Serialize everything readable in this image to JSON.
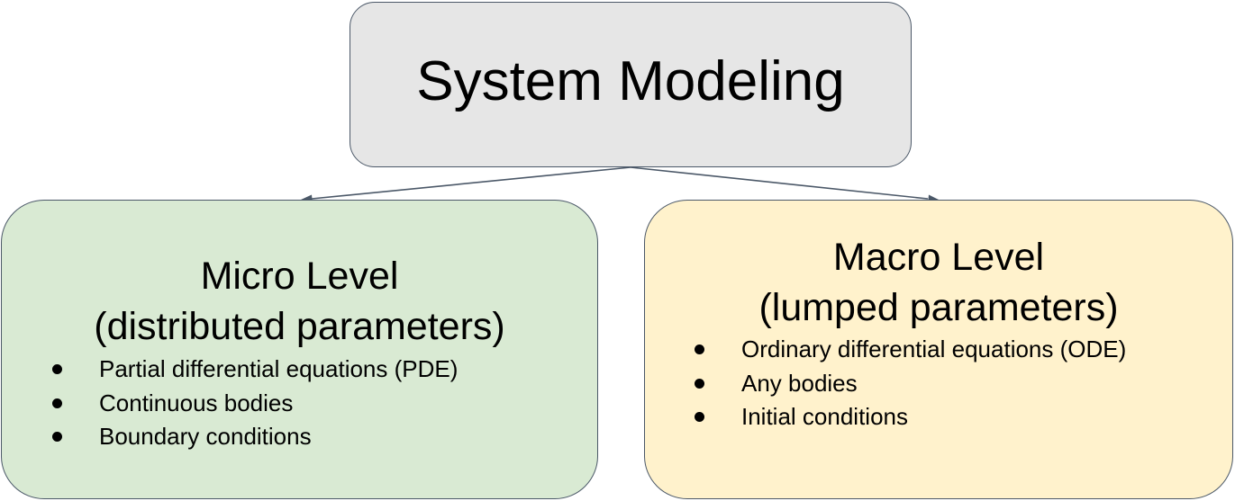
{
  "root": {
    "title": "System Modeling",
    "fill": "#e6e6e6"
  },
  "micro": {
    "title_line1": "Micro Level",
    "title_line2": "(distributed parameters)",
    "fill": "#d9ead3",
    "items": [
      "Partial differential equations (PDE)",
      "Continuous bodies",
      "Boundary conditions"
    ]
  },
  "macro": {
    "title_line1": "Macro Level",
    "title_line2": "(lumped parameters)",
    "fill": "#fff2cc",
    "items": [
      "Ordinary differential equations (ODE)",
      "Any bodies",
      "Initial conditions"
    ]
  },
  "edge_color": "#4b5868"
}
